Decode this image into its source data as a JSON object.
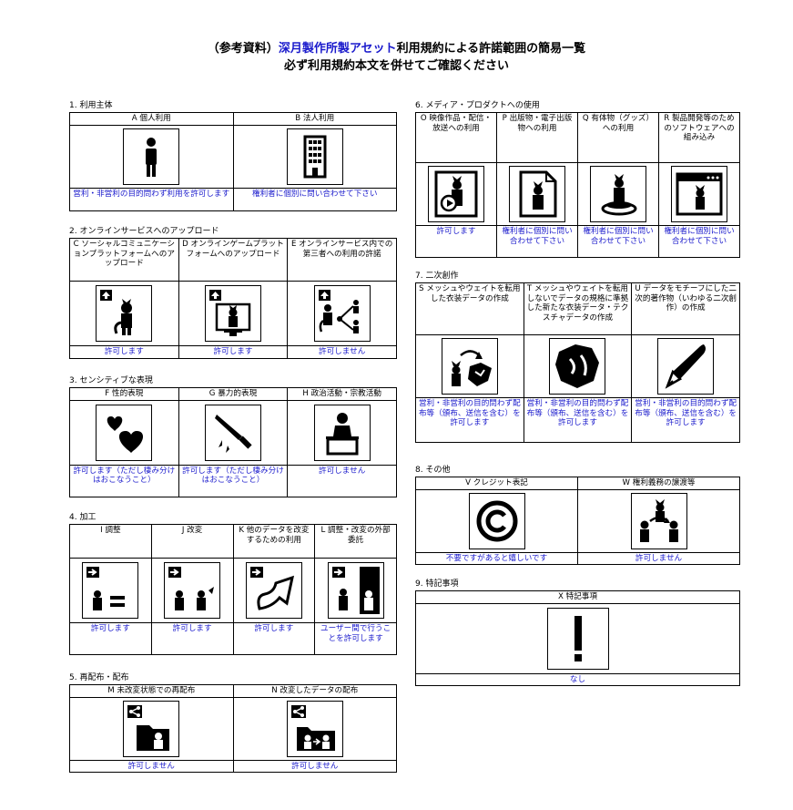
{
  "header": {
    "title_prefix": "（参考資料）",
    "title_brand": "深月製作所製アセット",
    "title_suffix": "利用規約による許諾範囲の簡易一覧",
    "subtitle": "必ず利用規約本文を併せてご確認ください"
  },
  "sections": {
    "s1": {
      "heading": "1. 利用主体",
      "items": [
        {
          "label": "A 個人利用",
          "answer": "営利・非営利の目的問わず利用を許可します",
          "icon": "person-icon"
        },
        {
          "label": "B 法人利用",
          "answer": "権利者に個別に問い合わせて下さい",
          "icon": "building-icon"
        }
      ]
    },
    "s2": {
      "heading": "2. オンラインサービスへのアップロード",
      "items": [
        {
          "label": "C ソーシャルコミュニケーションプラットフォームへのアップロード",
          "answer": "許可します",
          "icon": "upload-cat-icon"
        },
        {
          "label": "D オンラインゲームプラットフォームへのアップロード",
          "answer": "許可します",
          "icon": "upload-game-icon"
        },
        {
          "label": "E オンラインサービス内での第三者への利用の許諾",
          "answer": "許可しません",
          "icon": "upload-share-icon"
        }
      ]
    },
    "s3": {
      "heading": "3. センシティブな表現",
      "items": [
        {
          "label": "F 性的表現",
          "answer": "許可します（ただし棲み分けはおこなうこと）",
          "icon": "hearts-icon"
        },
        {
          "label": "G 暴力的表現",
          "answer": "許可します（ただし棲み分けはおこなうこと）",
          "icon": "knife-icon"
        },
        {
          "label": "H 政治活動・宗教活動",
          "answer": "許可しません",
          "icon": "podium-icon"
        }
      ]
    },
    "s4": {
      "heading": "4. 加工",
      "items": [
        {
          "label": "I 調整",
          "answer": "許可します",
          "icon": "adjust-icon"
        },
        {
          "label": "J 改変",
          "answer": "許可します",
          "icon": "modify-icon"
        },
        {
          "label": "K 他のデータを改変するための利用",
          "answer": "許可します",
          "icon": "other-data-icon"
        },
        {
          "label": "L 調整・改変の外部委託",
          "answer": "ユーザー間で行うことを許可します",
          "icon": "outsource-icon"
        }
      ]
    },
    "s5": {
      "heading": "5. 再配布・配布",
      "items": [
        {
          "label": "M 未改変状態での再配布",
          "answer": "許可しません",
          "icon": "share-folder-icon"
        },
        {
          "label": "N 改変したデータの配布",
          "answer": "許可しません",
          "icon": "share-modified-icon"
        }
      ]
    },
    "s6": {
      "heading": "6. メディア・プロダクトへの使用",
      "items": [
        {
          "label": "O 映像作品・配信・放送への利用",
          "answer": "許可します",
          "icon": "video-icon"
        },
        {
          "label": "P 出版物・電子出版物への利用",
          "answer": "権利者に個別に問い合わせて下さい",
          "icon": "document-icon"
        },
        {
          "label": "Q 有体物（グッズ）への利用",
          "answer": "権利者に個別に問い合わせて下さい",
          "icon": "figure-icon"
        },
        {
          "label": "R 製品開発等のためのソフトウェアへの組み込み",
          "answer": "権利者に個別に問い合わせて下さい",
          "icon": "window-icon"
        }
      ]
    },
    "s7": {
      "heading": "7. 二次創作",
      "items": [
        {
          "label": "S メッシュやウェイトを転用した衣装データの作成",
          "answer": "営利・非営利の目的問わず配布等（頒布、送信を含む）を許可します",
          "icon": "cloth-transfer-icon"
        },
        {
          "label": "T メッシュやウェイトを転用しないでデータの規格に準拠した新たな衣装データ・テクスチャデータの作成",
          "answer": "営利・非営利の目的問わず配布等（頒布、送信を含む）を許可します",
          "icon": "cloth-icon"
        },
        {
          "label": "U データをモチーフにした二次的著作物（いわゆる二次創作）の作成",
          "answer": "営利・非営利の目的問わず配布等（頒布、送信を含む）を許可します",
          "icon": "pen-icon"
        }
      ]
    },
    "s8": {
      "heading": "8. その他",
      "items": [
        {
          "label": "V クレジット表記",
          "answer": "不要ですがあると嬉しいです",
          "icon": "copyright-icon"
        },
        {
          "label": "W 権利義務の譲渡等",
          "answer": "許可しません",
          "icon": "transfer-icon"
        }
      ]
    },
    "s9": {
      "heading": "9. 特記事項",
      "items": [
        {
          "label": "X 特記事項",
          "answer": "なし",
          "icon": "exclamation-icon"
        }
      ]
    }
  }
}
